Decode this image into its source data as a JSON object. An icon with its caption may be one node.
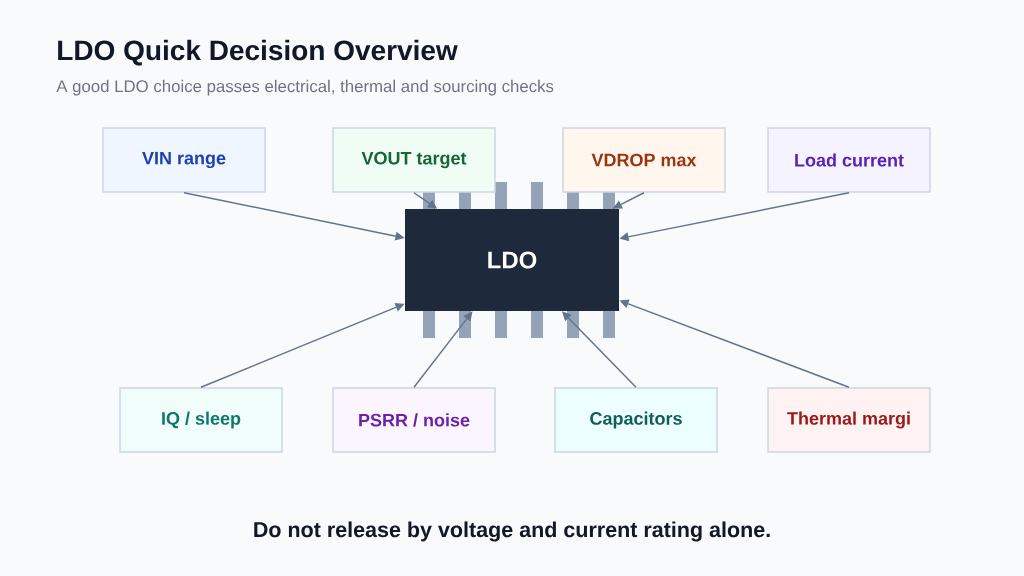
{
  "diagram": {
    "title": "LDO Quick Decision Overview",
    "caption": "Do not release by voltage and current rating alone.",
    "nodes": [
      {
        "text": [
          "VIN range"
        ]
      },
      {
        "text": [
          "VOUT target"
        ]
      },
      {
        "text": [
          "VDROP max"
        ]
      },
      {
        "text": [
          "Load current"
        ]
      },
      {
        "text": [
          "LDO"
        ]
      },
      {
        "text": [
          "IQ / sleep"
        ]
      },
      {
        "text": [
          "PSRR / noise"
        ]
      },
      {
        "text": [
          "Capacitors"
        ]
      },
      {
        "text": [
          "Thermal margi"
        ]
      }
    ],
    "edges": [
      {
        "from": 0,
        "to": 4,
        "arrow": "to"
      },
      {
        "from": 1,
        "to": 4,
        "arrow": "to"
      },
      {
        "from": 2,
        "to": 4,
        "arrow": "to"
      },
      {
        "from": 3,
        "to": 4,
        "arrow": "to"
      },
      {
        "from": 5,
        "to": 4,
        "arrow": "to"
      },
      {
        "from": 6,
        "to": 4,
        "arrow": "to"
      },
      {
        "from": 7,
        "to": 4,
        "arrow": "to"
      },
      {
        "from": 8,
        "to": 4,
        "arrow": "to"
      }
    ],
    "labels": [
      "A good LDO choice passes electrical, thermal and sourcing checks"
    ]
  }
}
